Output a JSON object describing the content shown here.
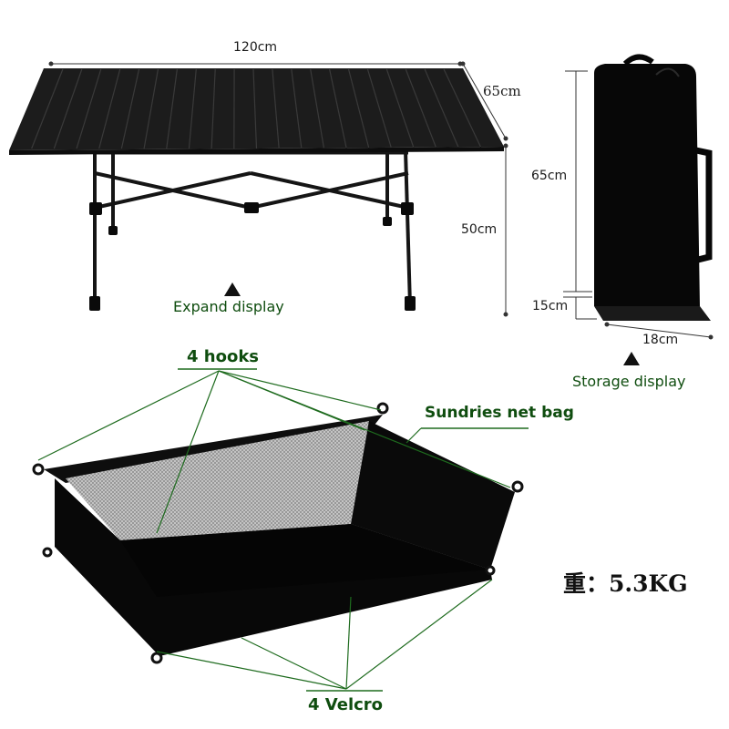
{
  "table": {
    "width_label": "120cm",
    "depth_label": "65cm",
    "height_label": "50cm",
    "caption": "Expand display"
  },
  "storage": {
    "height_label": "65cm",
    "thickness_label": "15cm",
    "width_label": "18cm",
    "caption": "Storage display"
  },
  "net_bag": {
    "hooks_label": "4 hooks",
    "bag_label": "Sundries net bag",
    "velcro_label": "4 Velcro"
  },
  "weight_label": "重：5.3KG",
  "colors": {
    "callout_green": "#0f4d0f",
    "product_black": "#111111",
    "mesh_gray": "#b8b8b8"
  },
  "icons": {
    "caption_marker": "triangle-up-icon"
  }
}
